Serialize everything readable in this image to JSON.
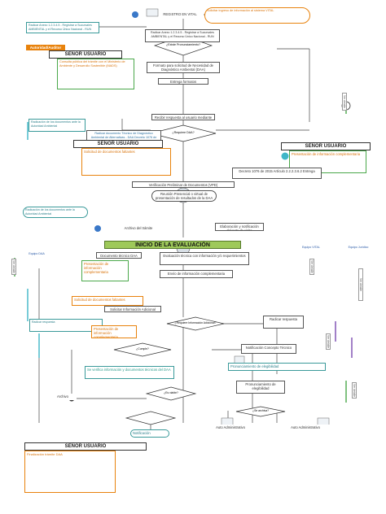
{
  "diagram": {
    "start_label": "REGISTRO EN VITAL",
    "evaluation_bar": "INICIO DE LA EVALUACIÓN",
    "user_headers": [
      "SEÑOR USUARIO",
      "SEÑOR USUARIO",
      "SEÑOR USUARIO",
      "SEÑOR USUARIO"
    ],
    "orange_chip": "Autoridad/Auditor",
    "cloud_top": "Solicitar ingreso de información al sistema VITAL",
    "cloud_mid": "Reunión Presencial o virtual de presentación de resultados de la DAA",
    "proc_texts": [
      "Radicar Anexo 1.2.3.4.5 - Registrar a Sucursales AMBIENTAL y el Recurso Único Nacional - RUN",
      "Formato para solicitud de Necesidad de Diagnóstico Ambiental (DAA)",
      "Entrega formatos",
      "Recibir respuesta al usuario mediante oficio",
      "Radicar documento Técnico de Diagnóstico Ambiental de Alternativas - DAA Decreto 1076 de 2015 Articulo 2.2.2.3.4.3",
      "Decreto 1076 de 2015 Artículo 2.2.2.3.6.2 Entrega",
      "Verificación Preliminar de Documentos (VPD)",
      "Elaboración y notificación del Acta de visita",
      "Documento técnico DAA",
      "Evaluación técnica con información y/o requerimientos",
      "Envío de información complementaria",
      "Solicitar Información Adicional",
      "Se verifica información y documentos técnicos del DAA",
      "Radicar respuesta",
      "Notificación Concepto Técnico",
      "Pronunciamiento de elegibilidad",
      "Auto Administrativo",
      "Auto Administrativo"
    ],
    "decisions": [
      "¿Existe Pronunciamiento?",
      "¿Requiere DAA?",
      "¿Requiere Información Adicional?",
      "¿Cumple?",
      "¿Es viable?",
      "¿Se archiva?"
    ],
    "orange_texts": [
      "Consulta pública del trámite con el Ministerio de Ambiente y Desarrollo Sostenible (MADS)",
      "Radicación de los documentos ante la Autoridad Ambiental",
      "Presentación de información complementaria",
      "Solicitud de documentos faltantes",
      "Finalización trámite DAA"
    ],
    "end_labels": [
      "Archivo del trámite",
      "Archivo",
      "Notificación"
    ],
    "lane_labels": [
      "Equipo DAA",
      "Equipo VITAL",
      "Equipo Jurídico"
    ],
    "side_labels": [
      "Ver detalle",
      "Ver detalle",
      "Ver detalle",
      "Ver detalle",
      "Ver detalle",
      "Ver detalle"
    ],
    "colors": {
      "orange": "#e8820c",
      "green": "#4aa84a",
      "cyan": "#3fb6c8",
      "purple": "#7a4ab0",
      "yellow": "#f2c230",
      "line": "#444444"
    }
  }
}
